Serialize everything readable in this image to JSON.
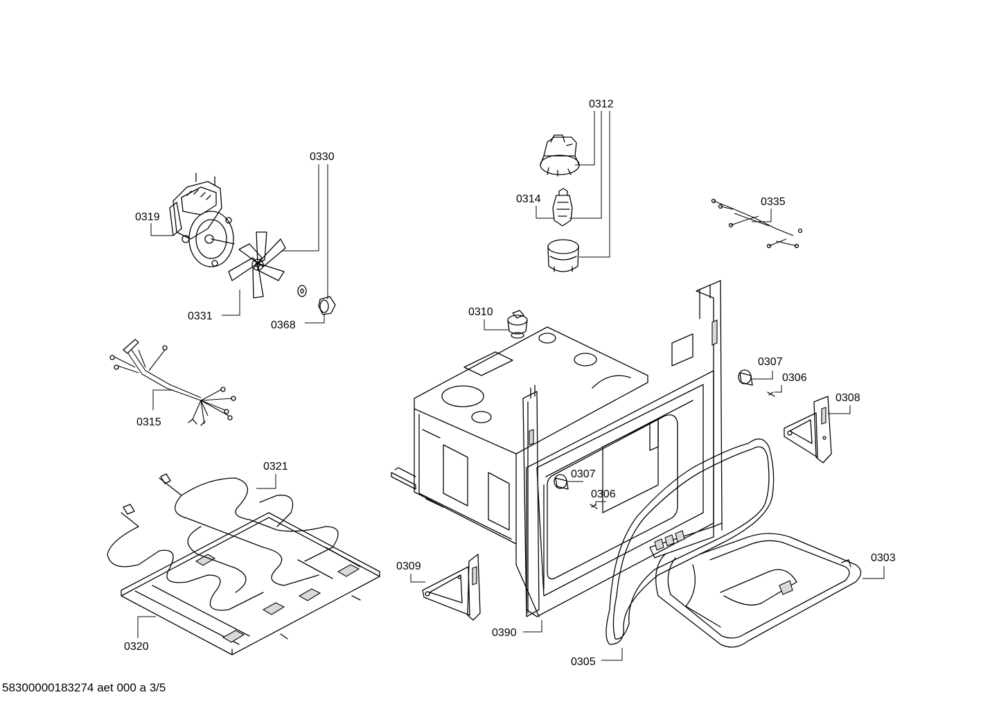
{
  "labels": {
    "l0312": "0312",
    "l0330": "0330",
    "l0319": "0319",
    "l0314": "0314",
    "l0335": "0335",
    "l0331": "0331",
    "l0368": "0368",
    "l0310": "0310",
    "l0307a": "0307",
    "l0306a": "0306",
    "l0308": "0308",
    "l0315": "0315",
    "l0321": "0321",
    "l0307b": "0307",
    "l0306b": "0306",
    "l0309": "0309",
    "l0303": "0303",
    "l0390": "0390",
    "l0320": "0320",
    "l0305": "0305"
  },
  "footer": "58300000183274 aet 000 a 3/5"
}
